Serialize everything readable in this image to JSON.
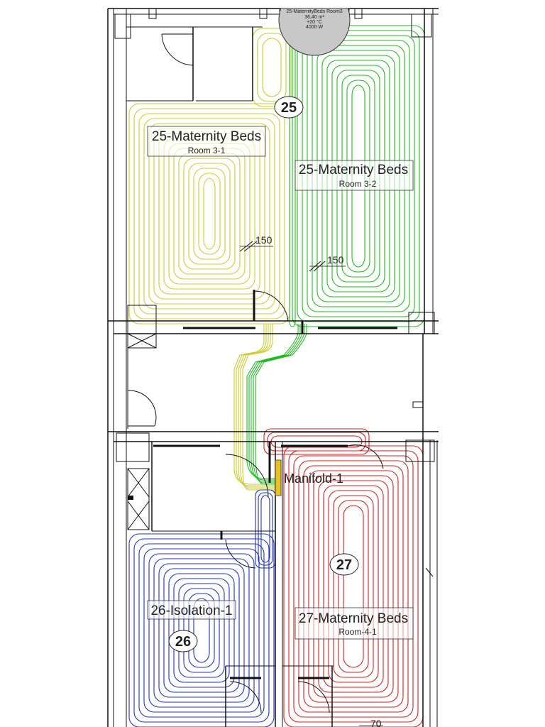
{
  "drawing": {
    "background": "#ffffff",
    "wall_color": "#111111",
    "loop_colors": {
      "zone25a": "#cccc33",
      "zone25b": "#22bb22",
      "zone26": "#1f2fbf",
      "zone27": "#d02020"
    }
  },
  "rooms": [
    {
      "name": "25-Maternity Beds",
      "sub": "Room 3-1"
    },
    {
      "name": "25-Maternity Beds",
      "sub": "Room 3-2"
    },
    {
      "name": "26-Isolation-1",
      "sub": ""
    },
    {
      "name": "27-Maternity Beds",
      "sub": "Room-4-1"
    }
  ],
  "zones": [
    "25",
    "26",
    "27"
  ],
  "spacing_labels": [
    "150",
    "150"
  ],
  "partial_dim": "70",
  "manifold": {
    "label": "Manifold-1"
  },
  "room_info": {
    "title": "25-MaternityBeds Room3",
    "area": "36,40 m²",
    "temp": "+20 °C",
    "power": "4000 W"
  }
}
